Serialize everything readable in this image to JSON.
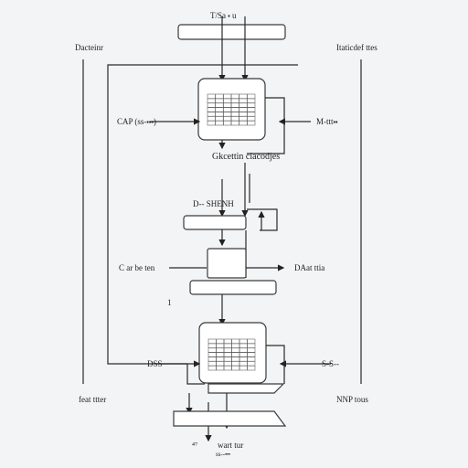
{
  "labels": {
    "top": "T/Sa ⬝ u",
    "left_header": "Dacteinr",
    "right_header": "Itaticdef ttes",
    "upper_left_input": "CAP (ss-⬝⬝⬝)",
    "upper_right_output": "M-ttt⬝⬝",
    "middle_caption": "Gkcettin ciacodjes",
    "mid_small": "D-- SHENH",
    "mid_left": "C ar be ten",
    "mid_right": "DAat ttia",
    "mid_marker": "1",
    "lower_left_input": "DSS",
    "lower_right_output": "S-S--",
    "bottom_left": "feat ttter",
    "bottom_right": "NNP tous",
    "bottom_small": "⁴⁷",
    "bottom_center": "wart tur",
    "bottom_tiny": "ss--⬝⬝⬝"
  },
  "colors": {
    "background": "#f3f4f6",
    "box_fill": "#ffffff",
    "stroke": "#2a2a2a"
  }
}
